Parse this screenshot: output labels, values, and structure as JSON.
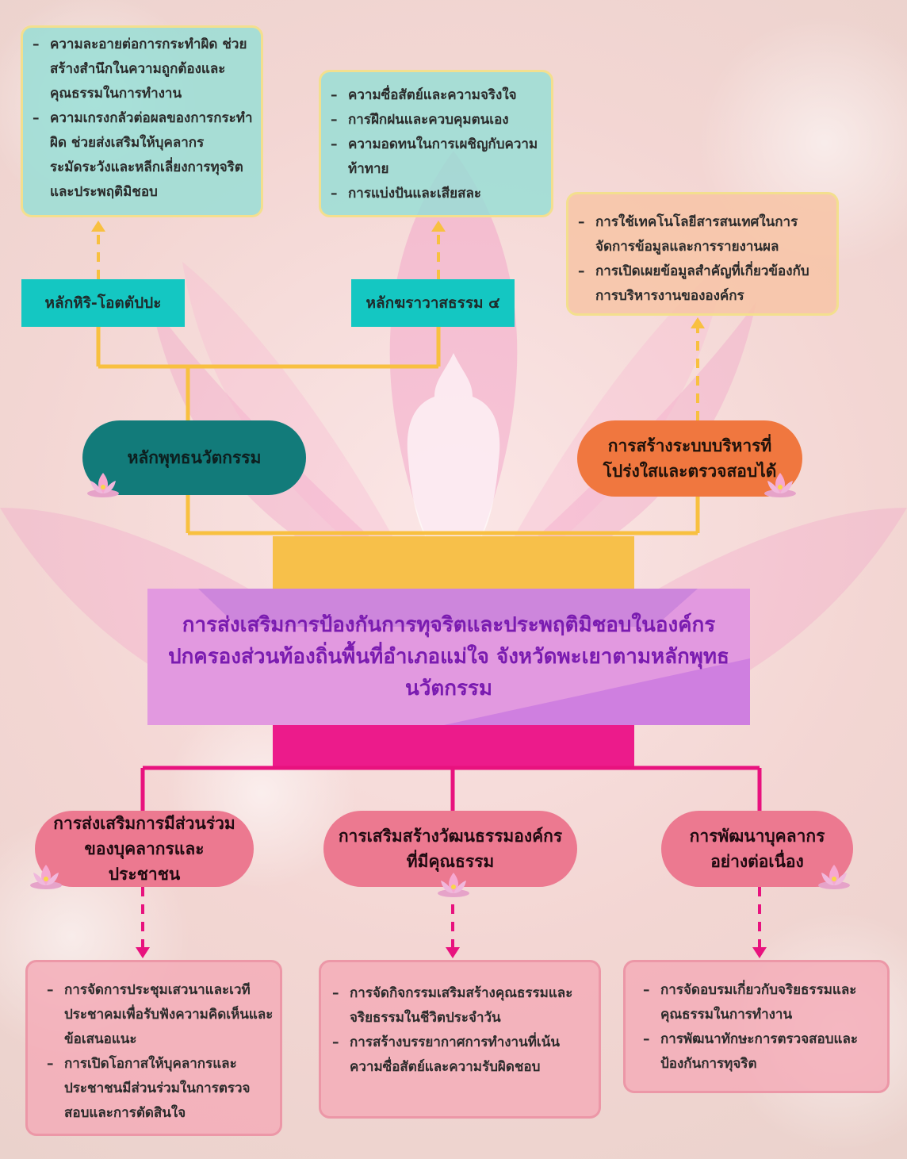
{
  "colors": {
    "teal_box": "#96ded6",
    "teal_label": "#14c7c2",
    "dark_teal_pill": "#127b7a",
    "orange_pill": "#f0773f",
    "pink_pill": "#ec7990",
    "magenta_connector": "#e8127e",
    "gold_connector": "#f8c040",
    "title_text": "#7a1bb0"
  },
  "center_title": "การส่งเสริมการป้องกันการทุจริตและประพฤติมิชอบในองค์กรปกครองส่วนท้องถิ่นพื้นที่อำเภอแม่ใจ จังหวัดพะเยาตามหลักพุทธนวัตกรรม",
  "top_left": {
    "label": "หลักหิริ-โอตตัปปะ",
    "items": [
      "ความละอายต่อการกระทำผิด ช่วยสร้างสำนึกในความถูกต้องและคุณธรรมในการทำงาน",
      "ความเกรงกลัวต่อผลของการกระทำผิด ช่วยส่งเสริมให้บุคลากรระมัดระวังและหลีกเลี่ยงการทุจริตและประพฤติมิชอบ"
    ]
  },
  "top_middle": {
    "label": "หลักฆราวาสธรรม ๔",
    "items": [
      "ความซื่อสัตย์และความจริงใจ",
      "การฝึกฝนและควบคุมตนเอง",
      "ความอดทนในการเผชิญกับความท้าทาย",
      "การแบ่งปันและเสียสละ"
    ]
  },
  "top_right": {
    "items": [
      "การใช้เทคโนโลยีสารสนเทศในการจัดการข้อมูลและการรายงานผล",
      "การเปิดเผยข้อมูลสำคัญที่เกี่ยวข้องกับการบริหารงานขององค์กร"
    ]
  },
  "pill_left": "หลักพุทธนวัตกรรม",
  "pill_right": "การสร้างระบบบริหารที่โปร่งใสและตรวจสอบได้",
  "bottom": [
    {
      "pill": "การส่งเสริมการมีส่วนร่วมของบุคลากรและประชาชน",
      "items": [
        "การจัดการประชุมเสวนาและเวทีประชาคมเพื่อรับฟังความคิดเห็นและข้อเสนอแนะ",
        "การเปิดโอกาสให้บุคลากรและประชาชนมีส่วนร่วมในการตรวจสอบและการตัดสินใจ"
      ]
    },
    {
      "pill": "การเสริมสร้างวัฒนธรรมองค์กรที่มีคุณธรรม",
      "items": [
        "การจัดกิจกรรมเสริมสร้างคุณธรรมและจริยธรรมในชีวิตประจำวัน",
        "การสร้างบรรยากาศการทำงานที่เน้นความซื่อสัตย์และความรับผิดชอบ"
      ]
    },
    {
      "pill": "การพัฒนาบุคลากรอย่างต่อเนื่อง",
      "items": [
        "การจัดอบรมเกี่ยวกับจริยธรรมและคุณธรรมในการทำงาน",
        "การพัฒนาทักษะการตรวจสอบและป้องกันการทุจริต"
      ]
    }
  ]
}
